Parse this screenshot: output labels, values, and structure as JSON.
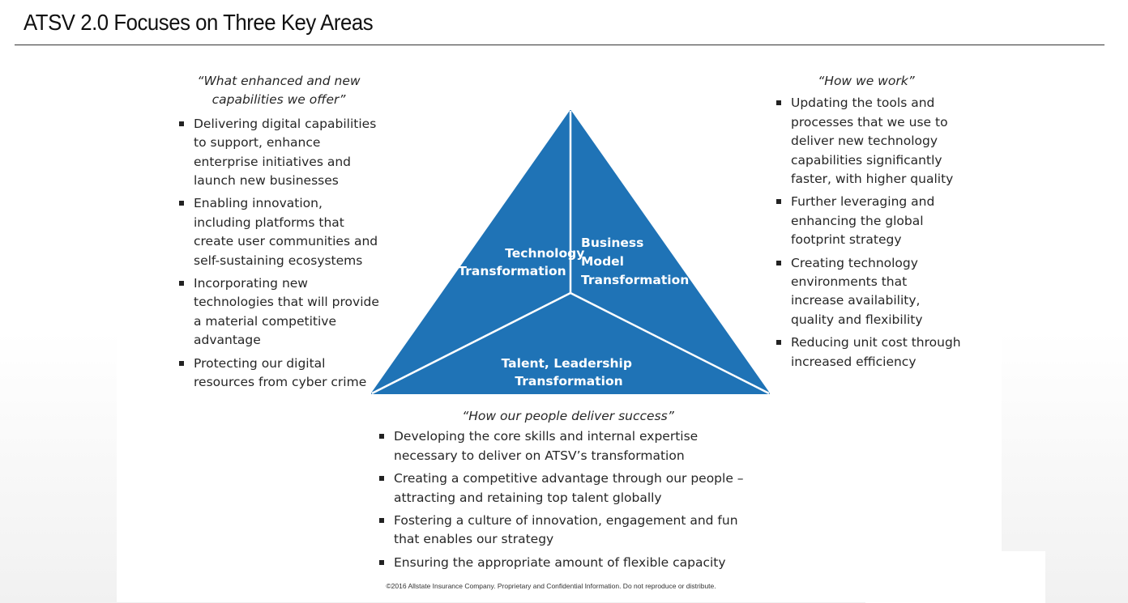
{
  "title": "ATSV 2.0 Focuses on Three Key Areas",
  "colors": {
    "triangle_fill": "#1f73b6",
    "triangle_stroke": "#ffffff"
  },
  "left": {
    "heading": "“What enhanced and new capabilities we offer”",
    "items": [
      "Delivering digital capabilities to support, enhance enterprise initiatives and launch new businesses",
      "Enabling innovation, including platforms that create user communities and self-sustaining ecosystems",
      "Incorporating new technologies that will provide a material competitive advantage",
      "Protecting our digital resources from cyber crime"
    ]
  },
  "right": {
    "heading": "“How we work”",
    "items": [
      "Updating the tools and processes that we use to deliver new technology capabilities significantly faster, with higher quality",
      "Further leveraging and enhancing the global footprint strategy",
      "Creating technology environments that increase availability, quality and flexibility",
      "Reducing unit cost through increased efficiency"
    ]
  },
  "bottom": {
    "heading": "“How our people deliver success”",
    "items": [
      "Developing the core skills and internal expertise necessary to deliver on ATSV’s transformation",
      "Creating a competitive advantage through our people – attracting and retaining top talent globally",
      "Fostering a culture of innovation, engagement and fun that enables our strategy",
      "Ensuring the appropriate amount of flexible capacity"
    ]
  },
  "triangle": {
    "technology": [
      "Technology",
      "Transformation"
    ],
    "business": [
      "Business",
      "Model",
      "Transformation"
    ],
    "talent": [
      "Talent, Leadership",
      "Transformation"
    ]
  },
  "copyright": "©2016 Allstate Insurance Company. Proprietary and Confidential Information. Do not reproduce or distribute."
}
